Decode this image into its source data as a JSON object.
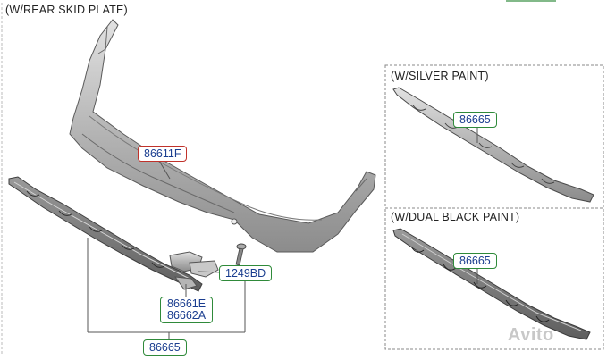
{
  "headers": {
    "main": "(W/REAR SKID PLATE)",
    "silver": "(W/SILVER PAINT)",
    "dual_black": "(W/DUAL BLACK PAINT)"
  },
  "callouts": {
    "bumper_cover": "86611F",
    "bolt": "1249BD",
    "bracket_a": "86661E",
    "bracket_b": "86662A",
    "skid_plate_main": "86665",
    "skid_plate_silver": "86665",
    "skid_plate_dual_black": "86665"
  },
  "watermark": "Avito",
  "colors": {
    "callout_border": "#2f8a3a",
    "callout_text": "#1a3d8f",
    "highlight_border": "#c0322b",
    "part_fill": "#bdbdbd",
    "part_edge": "#5a5a5a",
    "leader_line": "#555555"
  }
}
